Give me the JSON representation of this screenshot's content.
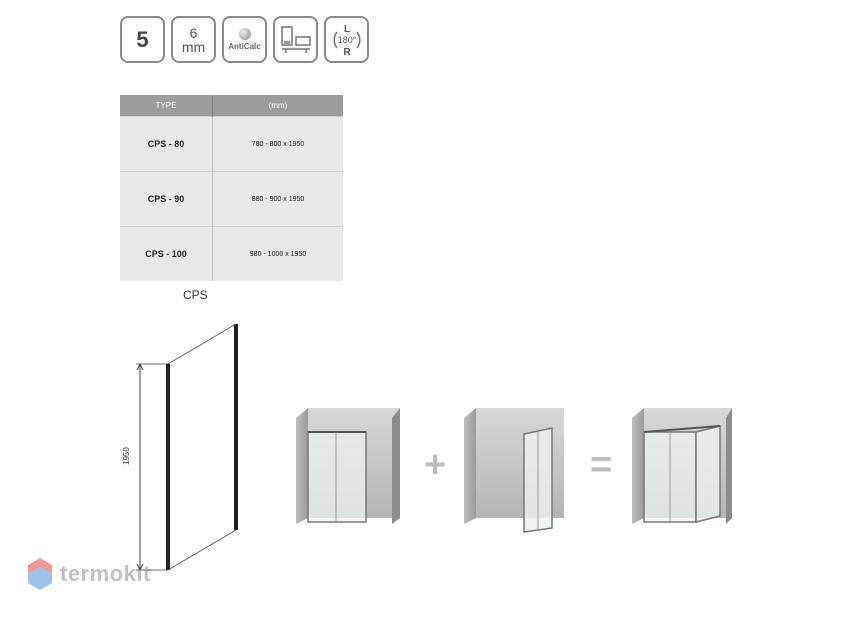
{
  "badges": {
    "thickness_class": "5",
    "glass_mm_value": "6",
    "glass_mm_unit": "mm",
    "coating": "AntiCalc",
    "rot_L": "L",
    "rot_deg": "180°",
    "rot_R": "R"
  },
  "spec_table": {
    "headers": [
      "TYPE",
      "(mm)"
    ],
    "rows": [
      {
        "type": "CPS - 80",
        "size": "780 - 800 x 1950"
      },
      {
        "type": "CPS - 90",
        "size": "880 - 900 x 1950"
      },
      {
        "type": "CPS - 100",
        "size": "980 - 1000 x 1950"
      }
    ]
  },
  "caption": "CPS",
  "dimension": "1950",
  "operators": {
    "plus": "+",
    "equals": "="
  },
  "watermark": "termokit",
  "colors": {
    "header_bg": "#9c9c9c",
    "cell_bg": "#e8e8e8",
    "frame": "#333333",
    "logo_red": "#e2474b",
    "logo_blue": "#4a90d9"
  }
}
